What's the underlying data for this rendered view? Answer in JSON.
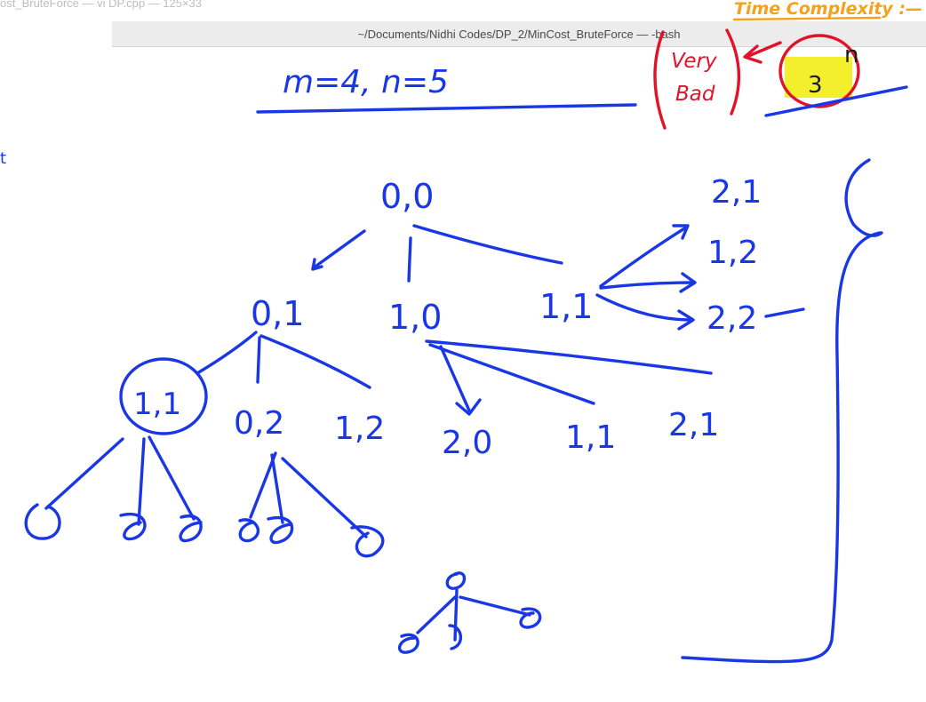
{
  "window": {
    "previous_tab_title": "ost_BruteForce — vi DP.cpp — 125×33",
    "terminal_title": "~/Documents/Nidhi Codes/DP_2/MinCost_BruteForce — -bash"
  },
  "annotations": {
    "heading": "Time Complexity :—",
    "verdict_line1": "Very",
    "verdict_line2": "Bad",
    "complexity_base": "3",
    "complexity_exponent": "n",
    "dimensions": "m=4, n=5",
    "left_edge_mark": "t"
  },
  "tree": {
    "root": "0,0",
    "level1": [
      "0,1",
      "1,0",
      "1,1"
    ],
    "children_of_1_1": [
      "2,1",
      "1,2",
      "2,2"
    ],
    "children_of_0_1": [
      "1,1",
      "0,2",
      "1,2"
    ],
    "children_of_1_0": [
      "2,0",
      "1,1",
      "2,1"
    ]
  },
  "colors": {
    "ink": "#1a37e6",
    "red": "#e0132b",
    "orange": "#f5a11c",
    "highlight": "#f4ef2c",
    "titlebar": "#ececec"
  }
}
